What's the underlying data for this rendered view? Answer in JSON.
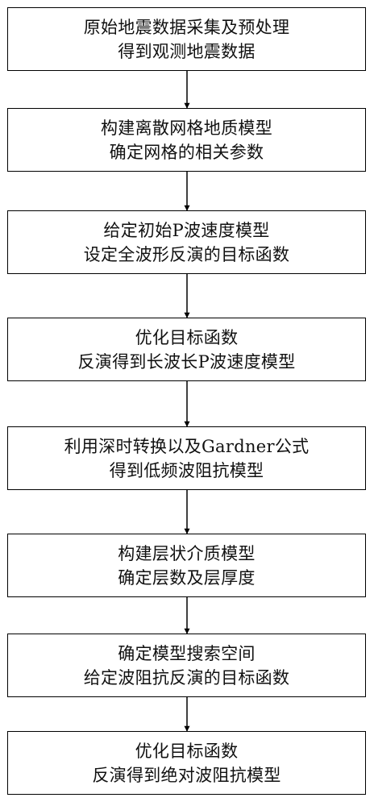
{
  "steps": [
    {
      "line1": "原始地震数据采集及预处理",
      "line2": "得到观测地震数据"
    },
    {
      "line1": "构建离散网格地质模型",
      "line2": "确定网格的相关参数"
    },
    {
      "line1": "给定初始P波速度模型",
      "line2": "设定全波形反演的目标函数"
    },
    {
      "line1": "优化目标函数",
      "line2": "反演得到长波长P波速度模型"
    },
    {
      "line1": "利用深时转换以及Gardner公式",
      "line2": "得到低频波阻抗模型"
    },
    {
      "line1": "构建层状介质模型",
      "line2": "确定层数及层厚度"
    },
    {
      "line1": "确定模型搜索空间",
      "line2": "给定波阻抗反演的目标函数"
    },
    {
      "line1": "优化目标函数",
      "line2": "反演得到绝对波阻抗模型"
    }
  ]
}
